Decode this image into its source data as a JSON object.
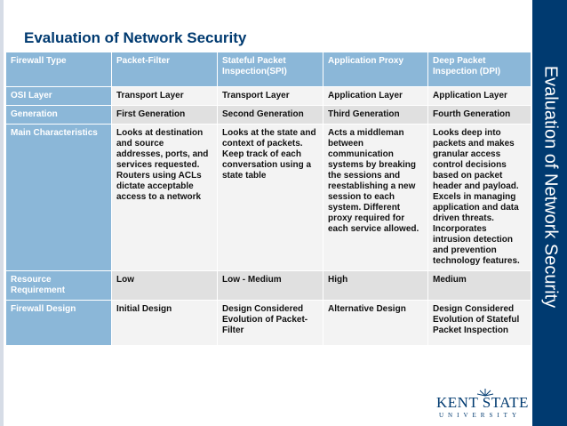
{
  "slide": {
    "title": "Evaluation of Network Security",
    "sidebar_title": "Evaluation of Network Security",
    "colors": {
      "brand_blue": "#003a70",
      "header_blue": "#8bb7d8",
      "cell_light": "#f3f3f3",
      "cell_dark": "#e0e0e0"
    }
  },
  "table": {
    "header": [
      "Firewall Type",
      "Packet-Filter",
      "Stateful Packet Inspection(SPI)",
      "Application Proxy",
      "Deep Packet Inspection (DPI)"
    ],
    "rows": [
      {
        "label": "OSI Layer",
        "cells": [
          "Transport Layer",
          "Transport Layer",
          "Application Layer",
          "Application Layer"
        ]
      },
      {
        "label": "Generation",
        "cells": [
          "First Generation",
          "Second Generation",
          "Third Generation",
          "Fourth Generation"
        ]
      },
      {
        "label": "Main Characteristics",
        "cells": [
          "Looks at destination and source addresses, ports, and services requested. Routers using ACLs dictate acceptable access to a network",
          "Looks at the state and context of packets. Keep track of each conversation using a state table",
          "Acts a middleman between communication systems by breaking the sessions and reestablishing a new session to each system. Different proxy required for each service allowed.",
          "Looks deep into packets and makes granular access control decisions based on packet header and payload. Excels in managing application and data driven threats. Incorporates intrusion detection and prevention technology features."
        ]
      },
      {
        "label": "Resource Requirement",
        "cells": [
          "Low",
          "Low - Medium",
          "High",
          "Medium"
        ]
      },
      {
        "label": "Firewall Design",
        "cells": [
          "Initial Design",
          "Design Considered Evolution of Packet-Filter",
          "Alternative Design",
          "Design Considered Evolution of Stateful Packet Inspection"
        ]
      }
    ]
  },
  "logo": {
    "name": "KENT STATE",
    "subtitle": "UNIVERSITY"
  }
}
